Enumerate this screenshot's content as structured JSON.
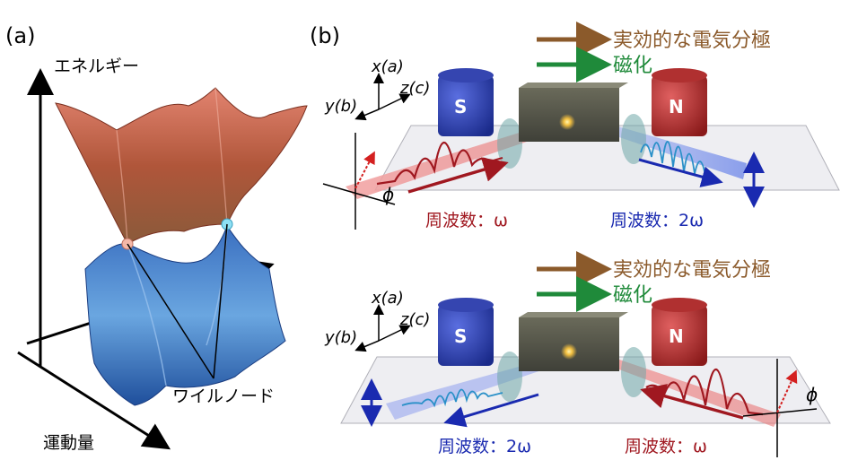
{
  "panel_a": {
    "label": "(a)",
    "energy_axis": "エネルギー",
    "momentum_axis": "運動量",
    "weyl_nodes": "ワイルノード"
  },
  "panel_b": {
    "label": "(b)",
    "legend": {
      "polarization": "実効的な電気分極",
      "magnetization": "磁化",
      "polarization_color": "#8b5a2b",
      "magnetization_color": "#1f8a3a"
    },
    "top": {
      "axis_x": "x(a)",
      "axis_y": "y(b)",
      "axis_z": "z(c)",
      "magnet_left": "S",
      "magnet_right": "N",
      "angle": "ϕ",
      "freq_in": "周波数：ω",
      "freq_out": "周波数：2ω"
    },
    "bottom": {
      "axis_x": "x(a)",
      "axis_y": "y(b)",
      "axis_z": "z(c)",
      "magnet_left": "S",
      "magnet_right": "N",
      "angle": "ϕ",
      "freq_out": "周波数：2ω",
      "freq_in": "周波数：ω"
    }
  }
}
